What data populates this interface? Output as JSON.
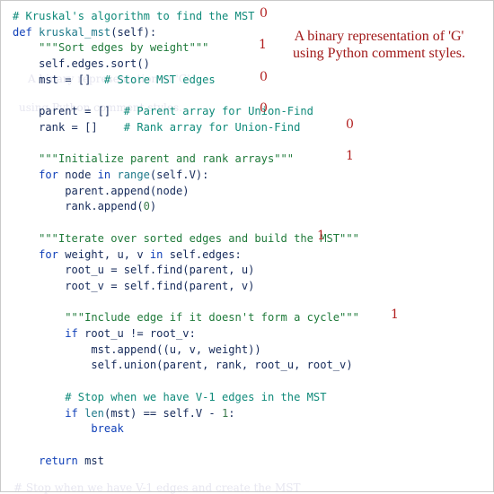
{
  "annotation": {
    "line1": "A binary representation of 'G'",
    "line2": "using Python comment styles."
  },
  "watermark": [
    "A binary representation of 'G'",
    "using Python comment styles.",
    "# Stop when we have V-1 edges and create the MST"
  ],
  "code_lines": [
    {
      "tokens": [
        {
          "t": "# Kruskal's algorithm to find the MST",
          "c": "com"
        }
      ],
      "bit": "0"
    },
    {
      "tokens": [
        {
          "t": "def ",
          "c": "kw"
        },
        {
          "t": "kruskal_mst",
          "c": "fn"
        },
        {
          "t": "(self):",
          "c": "id"
        }
      ],
      "bit": ""
    },
    {
      "tokens": [
        {
          "t": "    \"\"\"Sort edges by weight\"\"\"",
          "c": "str"
        }
      ],
      "bit": "1"
    },
    {
      "tokens": [
        {
          "t": "    self.edges.sort()",
          "c": "id"
        }
      ],
      "bit": ""
    },
    {
      "tokens": [
        {
          "t": "    mst = [] ",
          "c": "id"
        },
        {
          "t": " # Store MST edges",
          "c": "com"
        }
      ],
      "bit": "0"
    },
    {
      "tokens": [
        {
          "t": "",
          "c": "id"
        }
      ],
      "bit": ""
    },
    {
      "tokens": [
        {
          "t": "    parent = []",
          "c": "id"
        },
        {
          "t": "  # Parent array for Union-Find",
          "c": "com"
        }
      ],
      "bit": "0"
    },
    {
      "tokens": [
        {
          "t": "    rank = []",
          "c": "id"
        },
        {
          "t": "    # Rank array for Union-Find",
          "c": "com"
        }
      ],
      "bit": "0"
    },
    {
      "tokens": [
        {
          "t": "",
          "c": "id"
        }
      ],
      "bit": ""
    },
    {
      "tokens": [
        {
          "t": "    \"\"\"Initialize parent and rank arrays\"\"\"",
          "c": "str"
        }
      ],
      "bit": "1"
    },
    {
      "tokens": [
        {
          "t": "    ",
          "c": "id"
        },
        {
          "t": "for",
          "c": "kw"
        },
        {
          "t": " node ",
          "c": "id"
        },
        {
          "t": "in",
          "c": "kw"
        },
        {
          "t": " ",
          "c": "id"
        },
        {
          "t": "range",
          "c": "bi"
        },
        {
          "t": "(self.V):",
          "c": "id"
        }
      ],
      "bit": ""
    },
    {
      "tokens": [
        {
          "t": "        parent.append(node)",
          "c": "id"
        }
      ],
      "bit": ""
    },
    {
      "tokens": [
        {
          "t": "        rank.append(",
          "c": "id"
        },
        {
          "t": "0",
          "c": "num"
        },
        {
          "t": ")",
          "c": "id"
        }
      ],
      "bit": ""
    },
    {
      "tokens": [
        {
          "t": "",
          "c": "id"
        }
      ],
      "bit": ""
    },
    {
      "tokens": [
        {
          "t": "    \"\"\"Iterate over sorted edges and build the MST\"\"\"",
          "c": "str"
        }
      ],
      "bit": "1"
    },
    {
      "tokens": [
        {
          "t": "    ",
          "c": "id"
        },
        {
          "t": "for",
          "c": "kw"
        },
        {
          "t": " weight, u, v ",
          "c": "id"
        },
        {
          "t": "in",
          "c": "kw"
        },
        {
          "t": " self.edges:",
          "c": "id"
        }
      ],
      "bit": ""
    },
    {
      "tokens": [
        {
          "t": "        root_u = self.find(parent, u)",
          "c": "id"
        }
      ],
      "bit": ""
    },
    {
      "tokens": [
        {
          "t": "        root_v = self.find(parent, v)",
          "c": "id"
        }
      ],
      "bit": ""
    },
    {
      "tokens": [
        {
          "t": "",
          "c": "id"
        }
      ],
      "bit": ""
    },
    {
      "tokens": [
        {
          "t": "        \"\"\"Include edge if it doesn't form a cycle\"\"\"",
          "c": "str"
        }
      ],
      "bit": "1"
    },
    {
      "tokens": [
        {
          "t": "        ",
          "c": "id"
        },
        {
          "t": "if",
          "c": "kw"
        },
        {
          "t": " root_u != root_v:",
          "c": "id"
        }
      ],
      "bit": ""
    },
    {
      "tokens": [
        {
          "t": "            mst.append((u, v, weight))",
          "c": "id"
        }
      ],
      "bit": ""
    },
    {
      "tokens": [
        {
          "t": "            self.union(parent, rank, root_u, root_v)",
          "c": "id"
        }
      ],
      "bit": ""
    },
    {
      "tokens": [
        {
          "t": "",
          "c": "id"
        }
      ],
      "bit": ""
    },
    {
      "tokens": [
        {
          "t": "        # Stop when we have V-1 edges in the MST",
          "c": "com"
        }
      ],
      "bit": ""
    },
    {
      "tokens": [
        {
          "t": "        ",
          "c": "id"
        },
        {
          "t": "if",
          "c": "kw"
        },
        {
          "t": " ",
          "c": "id"
        },
        {
          "t": "len",
          "c": "bi"
        },
        {
          "t": "(mst) == self.V - ",
          "c": "id"
        },
        {
          "t": "1",
          "c": "num"
        },
        {
          "t": ":",
          "c": "id"
        }
      ],
      "bit": ""
    },
    {
      "tokens": [
        {
          "t": "            ",
          "c": "id"
        },
        {
          "t": "break",
          "c": "kw"
        }
      ],
      "bit": ""
    },
    {
      "tokens": [
        {
          "t": "",
          "c": "id"
        }
      ],
      "bit": ""
    },
    {
      "tokens": [
        {
          "t": "    ",
          "c": "id"
        },
        {
          "t": "return",
          "c": "kw"
        },
        {
          "t": " mst",
          "c": "id"
        }
      ],
      "bit": ""
    }
  ]
}
